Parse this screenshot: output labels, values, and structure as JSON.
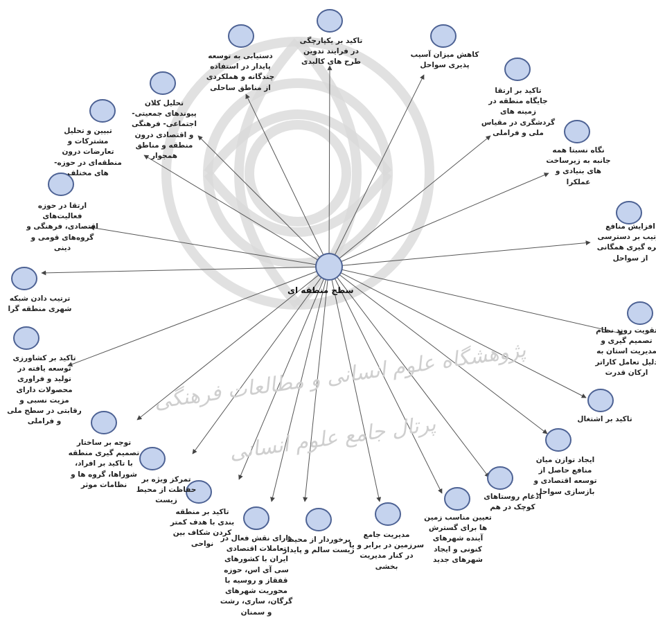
{
  "hub": {
    "label": "سطح منطقه ای"
  },
  "nodes": [
    {
      "id": "n1",
      "lines": [
        "تاکید بر یکپارچگی",
        "در فرایند تدوین",
        "طرح های کالبدی"
      ]
    },
    {
      "id": "n2",
      "lines": [
        "کاهش میزان آسیب",
        "پذیری سواحل"
      ]
    },
    {
      "id": "n3",
      "lines": [
        "تاکید بر ارتقا",
        "جایگاه منطقه در",
        "زمینه های",
        "گردشگری در مقیاس",
        "ملی و فراملی"
      ]
    },
    {
      "id": "n4",
      "lines": [
        "نگاه نسبتا همه",
        "جانبه به زیرساخت",
        "های بنیادی و",
        "عملکرا"
      ]
    },
    {
      "id": "n5",
      "lines": [
        "افزایش منافع",
        "ترتیب بر دسترسی",
        "بهره گیری همگانی",
        "از سواحل"
      ]
    },
    {
      "id": "n6",
      "lines": [
        "تقویت روند نظام",
        "تصمیم گیری و",
        "مدیریت استان به",
        "دلیل تعامل کاراتر",
        "ارکان قدرت"
      ]
    },
    {
      "id": "n7",
      "lines": [
        "تاکید بر اشتغال"
      ]
    },
    {
      "id": "n8",
      "lines": [
        "ایجاد توازن میان",
        "منافع حاصل از",
        "توسعه اقتصادی و",
        "بازسازی سواحل"
      ]
    },
    {
      "id": "n9",
      "lines": [
        "ادغام روستاهای",
        "کوچک در هم"
      ]
    },
    {
      "id": "n10",
      "lines": [
        "تعیین مناسب زمین",
        "ها برای گسترش",
        "آینده شهرهای",
        "کنونی و ایجاد",
        "شهرهای جدید"
      ]
    },
    {
      "id": "n11",
      "lines": [
        "مدیریت جامع",
        "سرزمین در برابر و یا",
        "در کنار مدیریت",
        "بخشی"
      ]
    },
    {
      "id": "n12",
      "lines": [
        "برخوردار از محیط",
        "زیست سالم و پایدار"
      ]
    },
    {
      "id": "n13",
      "lines": [
        "دارای نقش فعال در",
        "تعاملات اقتصادی",
        "ایران با کشورهای",
        "سی آی اس، حوزه",
        "قفقاز و روسیه با",
        "محوریت شهرهای",
        "گرگان، ساری، رشت",
        "و سمنان"
      ]
    },
    {
      "id": "n14",
      "lines": [
        "تاکید بر منطقه",
        "بندی با هدف کمتر",
        "کردن شکاف بین",
        "نواحی"
      ]
    },
    {
      "id": "n15",
      "lines": [
        "تمرکز ویژه بر",
        "حفاظت از محیط",
        "زیست"
      ]
    },
    {
      "id": "n16",
      "lines": [
        "توجه بر ساختار",
        "تصمیم گیری منطقه",
        "با تاکید بر افراد،",
        "شوراها، گروه ها و",
        "نظامات موثر"
      ]
    },
    {
      "id": "n17",
      "lines": [
        "تاکید بر کشاورزی",
        "توسعه یافته در",
        "تولید و فراوری",
        "محصولات دارای",
        "مزیت نسبی و",
        "رقابتی در سطح ملی",
        "و فراملی"
      ]
    },
    {
      "id": "n18",
      "lines": [
        "ترتیب دادن شبکه",
        "شهری منطقه گرا"
      ]
    },
    {
      "id": "n19",
      "lines": [
        "ارتقا در حوزه",
        "فعالیت‌های",
        "اقتصادی، فرهنگی و",
        "گروه‌های قومی و",
        "دینی"
      ]
    },
    {
      "id": "n20",
      "lines": [
        "تبیین و تحلیل",
        "مشترکات و",
        "تعارضات درون",
        "منطقه‌ای در حوزه-",
        "های مختلف"
      ]
    },
    {
      "id": "n21",
      "lines": [
        "تحلیل کلان",
        "پیوندهای جمعیتی-",
        "اجتماعی- فرهنگی",
        "و اقتصادی درون",
        "منطقه و مناطق",
        "همجوار"
      ]
    },
    {
      "id": "n22",
      "lines": [
        "دستیابی به توسعه",
        "پایدار در استفاده",
        "چندگانه و هملکردی",
        "از مناطق ساحلی"
      ]
    }
  ],
  "watermark": {
    "line1": "پژوهشگاه علوم انسانی و مطالعات فرهنگی",
    "line2": "پرتال جامع علوم انسانی"
  }
}
